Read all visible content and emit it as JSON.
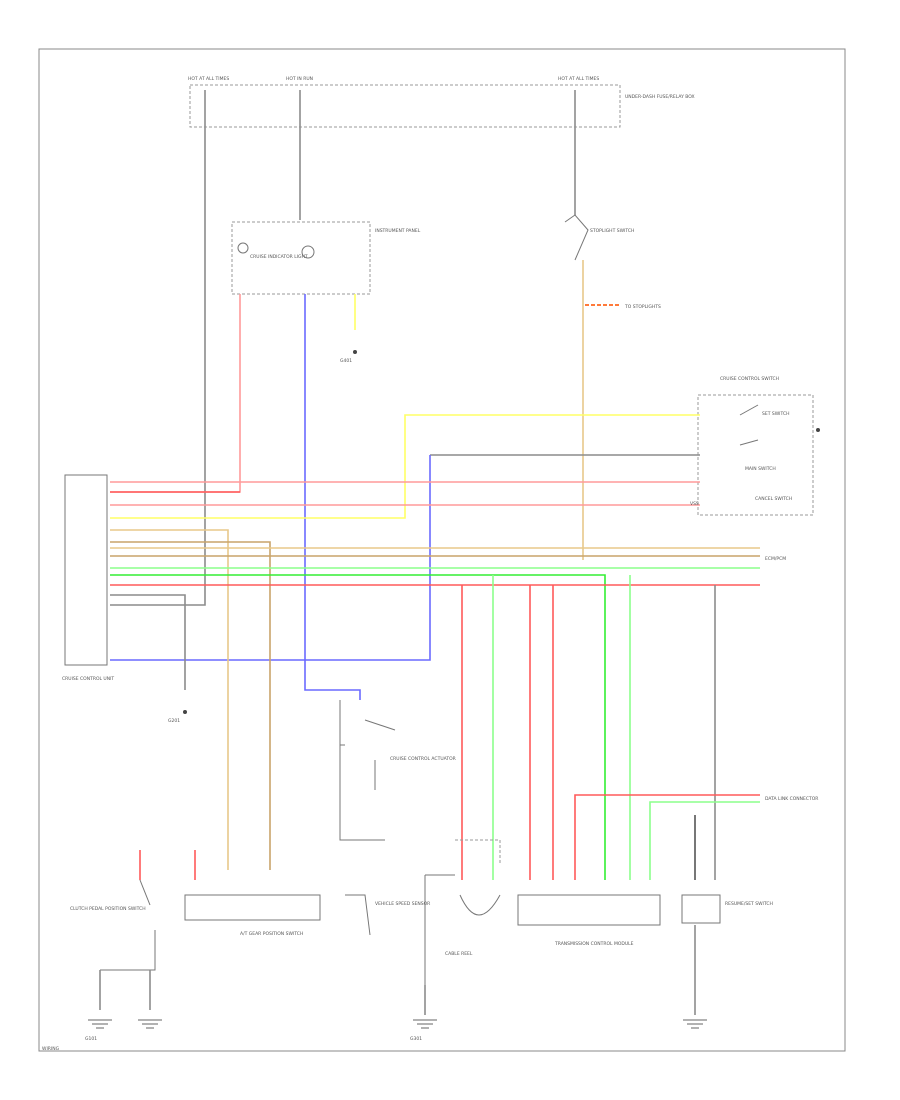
{
  "diagram": {
    "labels": {
      "fuse_a": "HOT AT ALL TIMES",
      "fuse_b": "HOT IN RUN",
      "fuse_c": "HOT AT ALL TIMES",
      "under_dash_box": "UNDER-DASH FUSE/RELAY BOX",
      "instrument_panel": "INSTRUMENT PANEL",
      "cruise_indicator": "CRUISE INDICATOR LIGHT",
      "cruise_control_switch": "CRUISE CONTROL SWITCH",
      "stoplight_switch": "STOPLIGHT SWITCH",
      "to_stoplights": "TO STOPLIGHTS",
      "cruise_control_unit": "CRUISE CONTROL UNIT",
      "cable_reel": "CABLE REEL",
      "resume_set": "RESUME/SET SWITCH",
      "main_switch": "MAIN SWITCH",
      "set_switch": "SET SWITCH",
      "cancel_switch": "CANCEL SWITCH",
      "vss_out": "VSS",
      "ecm_pcm": "ECM/PCM",
      "g401": "G401",
      "g201": "G201",
      "g101": "G101",
      "g301": "G301",
      "actuator": "CRUISE CONTROL ACTUATOR",
      "clutch_switch": "CLUTCH PEDAL POSITION SWITCH",
      "shift_lock": "A/T GEAR POSITION SWITCH",
      "vss": "VEHICLE SPEED SENSOR",
      "tcm": "TRANSMISSION CONTROL MODULE",
      "data_link": "DATA LINK CONNECTOR",
      "footer": "WIRING"
    },
    "colors": {
      "gray": "#8c8c8c",
      "pink": "#ff9a9a",
      "red": "#ff5a5a",
      "yellow": "#ffff66",
      "blue": "#6a6aff",
      "tan": "#e8c88a",
      "brown": "#c9a46a",
      "light_green": "#8cff8c",
      "green": "#33ee33",
      "orange_dash": "#ff7a3a"
    }
  }
}
